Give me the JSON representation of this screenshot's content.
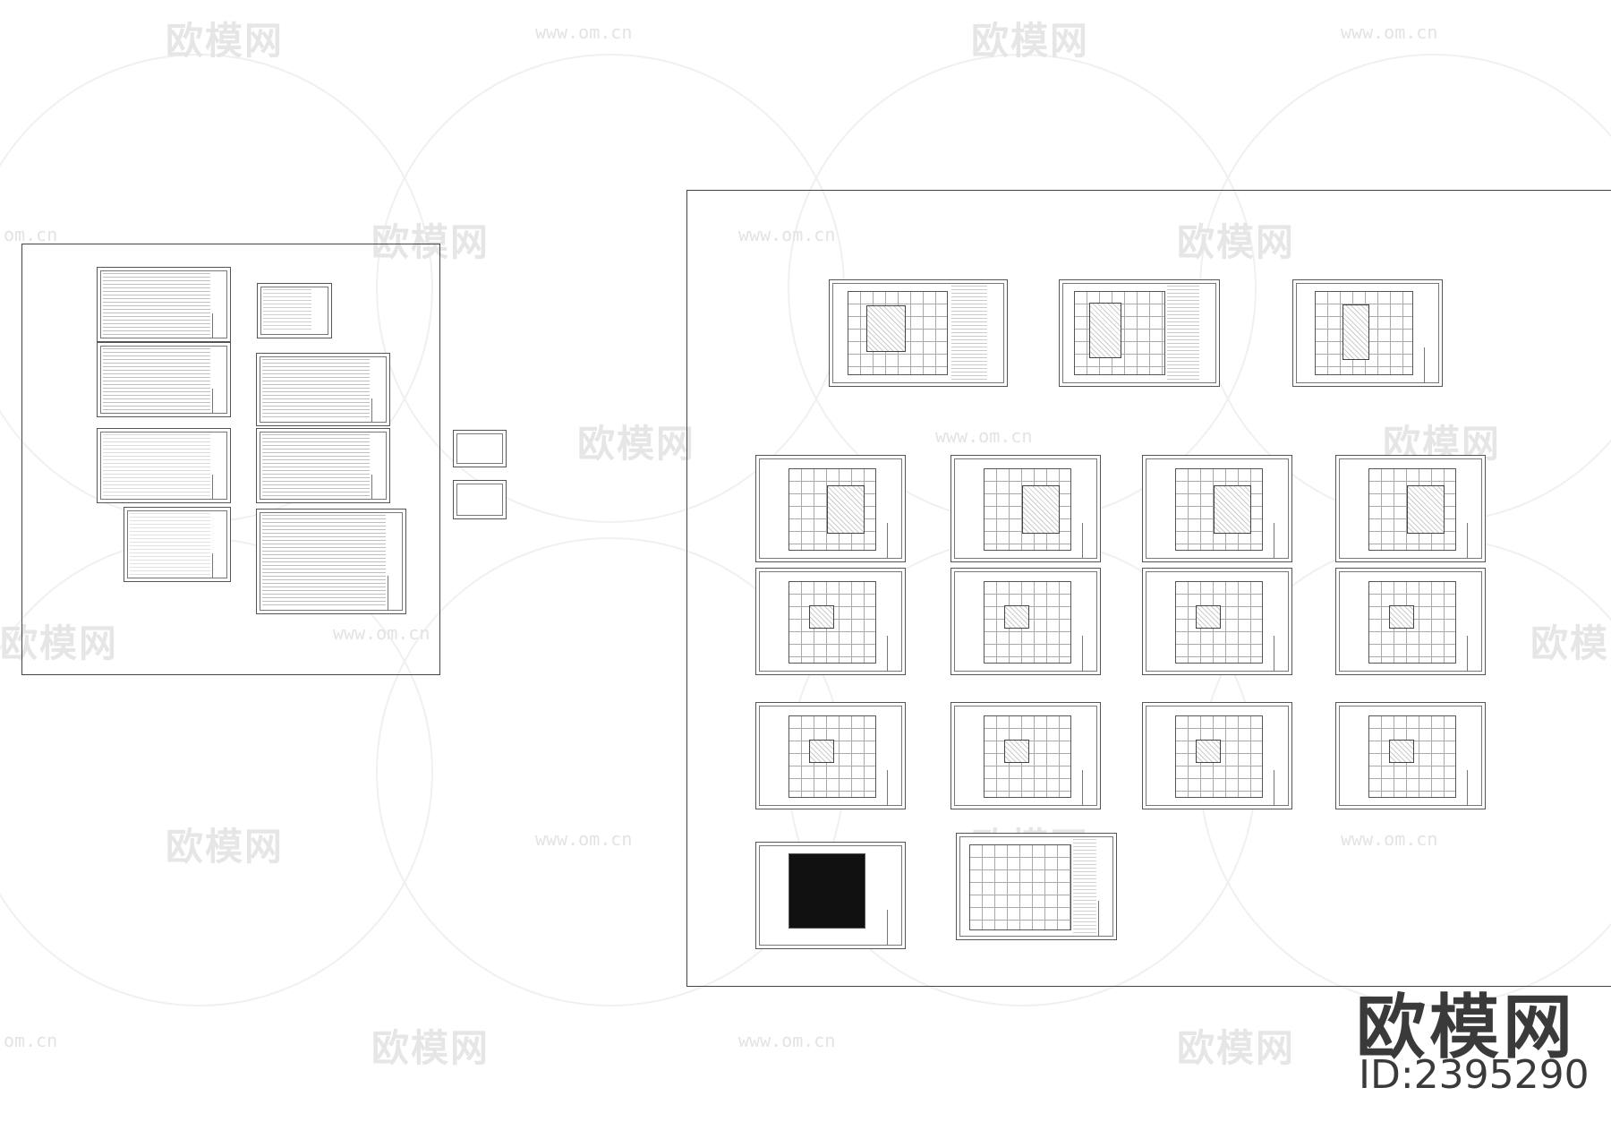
{
  "watermark": {
    "brand": "欧模网",
    "url": "www.om.cn",
    "url_short": "om.cn"
  },
  "brand_overlay": {
    "logo_text": "欧模网",
    "id_text": "ID:2395290"
  }
}
